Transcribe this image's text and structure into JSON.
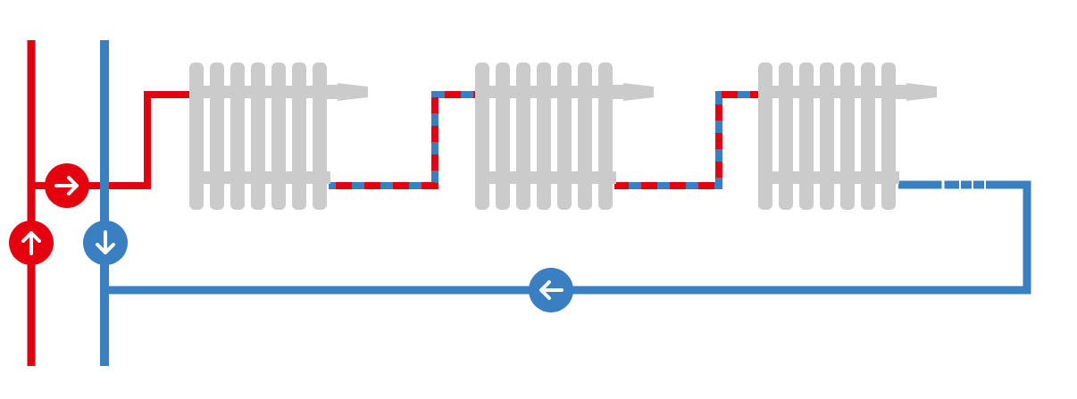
{
  "colors": {
    "supply": "#e3000f",
    "return": "#3a7fc1",
    "radiator": "#cbcbcb",
    "arrow": "#ffffff",
    "background": "#ffffff"
  },
  "diagram": {
    "type": "single-pipe heating circuit",
    "radiator_count": 3,
    "radiator_section_count": 7,
    "flow_arrows": [
      {
        "name": "supply-riser",
        "direction": "up",
        "icon": "arrow-up-icon"
      },
      {
        "name": "supply-branch",
        "direction": "right",
        "icon": "arrow-right-icon"
      },
      {
        "name": "return-riser",
        "direction": "down",
        "icon": "arrow-down-icon"
      },
      {
        "name": "return-loop",
        "direction": "left",
        "icon": "arrow-left-icon"
      }
    ]
  }
}
